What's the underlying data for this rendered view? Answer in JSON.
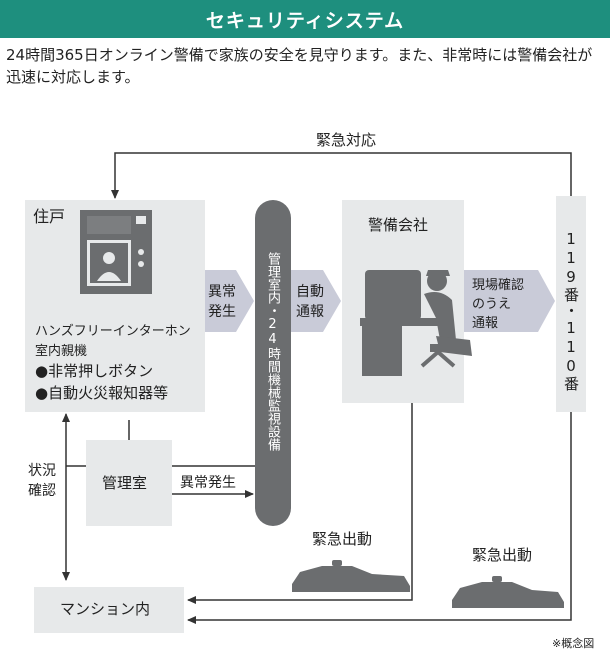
{
  "title": "セキュリティシステム",
  "description": "24時間365日オンライン警備で家族の安全を見守ります。また、非常時には警備会社が迅速に対応します。",
  "labels": {
    "emergency_response": "緊急対応",
    "residence": "住戸",
    "intercom_line1": "ハンズフリーインターホン",
    "intercom_line2": "室内親機",
    "emergency_button": "●非常押しボタン",
    "fire_alarm": "●自動火災報知器等",
    "anomaly_occurrence_1": "異常",
    "anomaly_occurrence_2": "発生",
    "monitoring_equipment": "管理室内・24時間機械監視設備",
    "auto_report_1": "自動",
    "auto_report_2": "通報",
    "security_company": "警備会社",
    "onsite_check_1": "現場確認",
    "onsite_check_2": "のうえ",
    "onsite_check_3": "通報",
    "emergency_numbers": "119番・110番",
    "status_check_1": "状況",
    "status_check_2": "確認",
    "management_office": "管理室",
    "anomaly_from_office": "異常発生",
    "dispatch_1": "緊急出動",
    "dispatch_2": "緊急出動",
    "mansion": "マンション内",
    "conceptual_note": "※概念図"
  },
  "colors": {
    "header": "#1e8f7e",
    "box": "#e7e9ea",
    "dark": "#6b6d6f",
    "arrow": "#c9cbd8",
    "line": "#333333"
  }
}
